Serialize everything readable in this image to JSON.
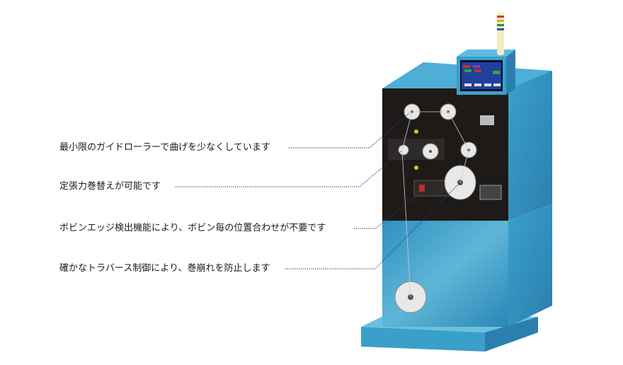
{
  "callouts": [
    {
      "text": "最小限のガイドローラーで曲げを少なくしています"
    },
    {
      "text": "定張力巻替えが可能です"
    },
    {
      "text": "ボビンエッジ検出機能により、ボビン毎の位置合わせが不要です"
    },
    {
      "text": "確かなトラバース制御により、巻崩れを防止します"
    }
  ],
  "colors": {
    "body_blue": "#3a9fc9",
    "panel_black": "#1e1a18",
    "leader_blue": "#1d3f8f"
  }
}
